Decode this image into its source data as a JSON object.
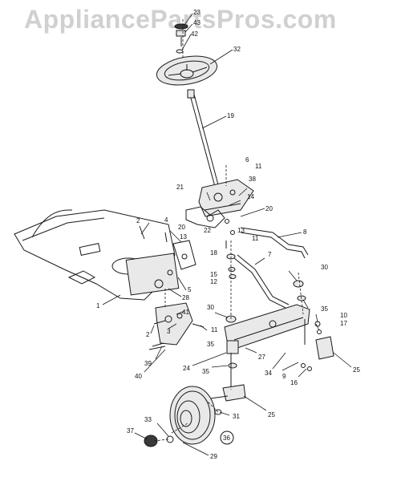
{
  "watermark": "AppliancePartsPros.com",
  "callouts": [
    {
      "id": "c23",
      "text": "23"
    },
    {
      "id": "c43",
      "text": "43"
    },
    {
      "id": "c42",
      "text": "42"
    },
    {
      "id": "c32",
      "text": "32"
    },
    {
      "id": "c19",
      "text": "19"
    },
    {
      "id": "c6",
      "text": "6"
    },
    {
      "id": "c11a",
      "text": "11"
    },
    {
      "id": "c38",
      "text": "38"
    },
    {
      "id": "c21",
      "text": "21"
    },
    {
      "id": "c14",
      "text": "14"
    },
    {
      "id": "c20a",
      "text": "20"
    },
    {
      "id": "c13a",
      "text": "13"
    },
    {
      "id": "c20b",
      "text": "20"
    },
    {
      "id": "c22",
      "text": "22"
    },
    {
      "id": "c13b",
      "text": "13"
    },
    {
      "id": "c11b",
      "text": "11"
    },
    {
      "id": "c8",
      "text": "8"
    },
    {
      "id": "c2a",
      "text": "2"
    },
    {
      "id": "c4",
      "text": "4"
    },
    {
      "id": "c18",
      "text": "18"
    },
    {
      "id": "c7",
      "text": "7"
    },
    {
      "id": "c15",
      "text": "15"
    },
    {
      "id": "c12",
      "text": "12"
    },
    {
      "id": "c30a",
      "text": "30"
    },
    {
      "id": "c5",
      "text": "5"
    },
    {
      "id": "c1",
      "text": "1"
    },
    {
      "id": "c28",
      "text": "28"
    },
    {
      "id": "c30b",
      "text": "30"
    },
    {
      "id": "c41",
      "text": "41"
    },
    {
      "id": "c35a",
      "text": "35"
    },
    {
      "id": "c3",
      "text": "3"
    },
    {
      "id": "c2b",
      "text": "2"
    },
    {
      "id": "c11c",
      "text": "11"
    },
    {
      "id": "c10",
      "text": "10"
    },
    {
      "id": "c17",
      "text": "17"
    },
    {
      "id": "c35b",
      "text": "35"
    },
    {
      "id": "c39",
      "text": "39"
    },
    {
      "id": "c40",
      "text": "40"
    },
    {
      "id": "c24",
      "text": "24"
    },
    {
      "id": "c27",
      "text": "27"
    },
    {
      "id": "c35c",
      "text": "35"
    },
    {
      "id": "c34",
      "text": "34"
    },
    {
      "id": "c9",
      "text": "9"
    },
    {
      "id": "c25a",
      "text": "25"
    },
    {
      "id": "c16",
      "text": "16"
    },
    {
      "id": "c31",
      "text": "31"
    },
    {
      "id": "c25b",
      "text": "25"
    },
    {
      "id": "c33",
      "text": "33"
    },
    {
      "id": "c37",
      "text": "37"
    },
    {
      "id": "c36",
      "text": "36"
    },
    {
      "id": "c29",
      "text": "29"
    }
  ]
}
